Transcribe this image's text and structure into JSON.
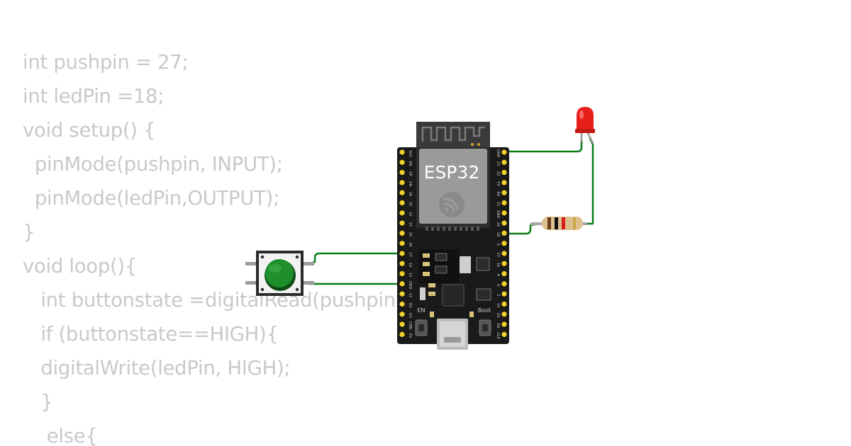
{
  "code": {
    "lines": [
      "int pushpin = 27;",
      "int ledPin =18;",
      "void setup() {",
      "  pinMode(pushpin, INPUT);",
      "  pinMode(ledPin,OUTPUT);",
      "}",
      "void loop(){",
      "   int buttonstate =digitalRead(pushpin);",
      "   if (buttonstate==HIGH){",
      "   digitalWrite(ledPin, HIGH);",
      "   }",
      "    else{"
    ]
  },
  "board": {
    "name": "ESP32",
    "en_label": "EN",
    "boot_label": "Boot",
    "left_pins": [
      "3V3",
      "EN",
      "VP",
      "VN",
      "34",
      "35",
      "32",
      "33",
      "25",
      "26",
      "27",
      "14",
      "12",
      "GND",
      "13",
      "D2",
      "D3",
      "CMD",
      "5V"
    ],
    "right_pins": [
      "GND",
      "23",
      "22",
      "TX",
      "RX",
      "21",
      "GND",
      "19",
      "18",
      "5",
      "17",
      "16",
      "4",
      "0",
      "2",
      "15",
      "D1",
      "D0",
      "CLK"
    ]
  },
  "colors": {
    "code_text": "#c9c9c9",
    "board": "#1a1a1a",
    "wire": "#0a7d1a",
    "pin_pad": "#f2d22e",
    "button_cap": "#1f8f2c",
    "led": "#e8201c",
    "module_shield": "#9a9a9a"
  },
  "icons": {
    "espressif_logo": "espressif-logo-icon",
    "antenna": "pcb-antenna-icon"
  }
}
